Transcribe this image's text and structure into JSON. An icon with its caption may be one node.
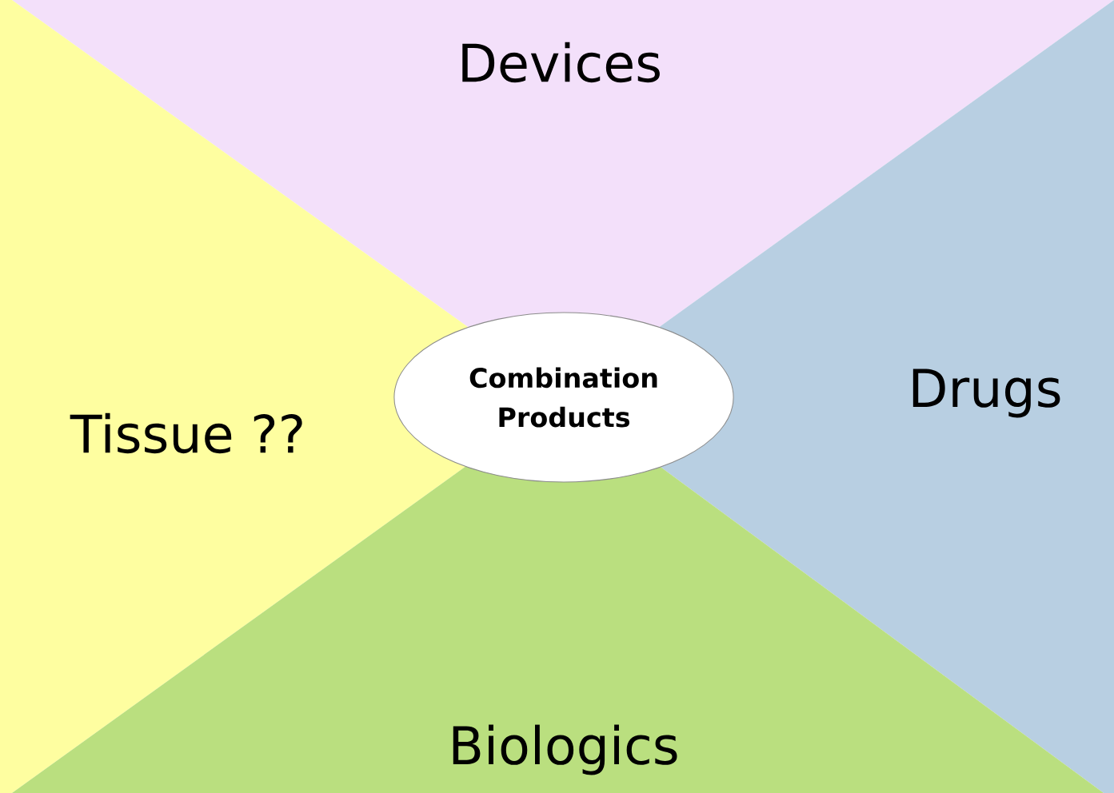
{
  "diagram": {
    "nodes": [
      {
        "text": [
          "Devices"
        ]
      },
      {
        "text": [
          "Tissue  ??"
        ]
      },
      {
        "text": [
          "Combination Products"
        ]
      },
      {
        "text": [
          "Drugs"
        ]
      },
      {
        "text": [
          "Biologics"
        ]
      }
    ]
  }
}
